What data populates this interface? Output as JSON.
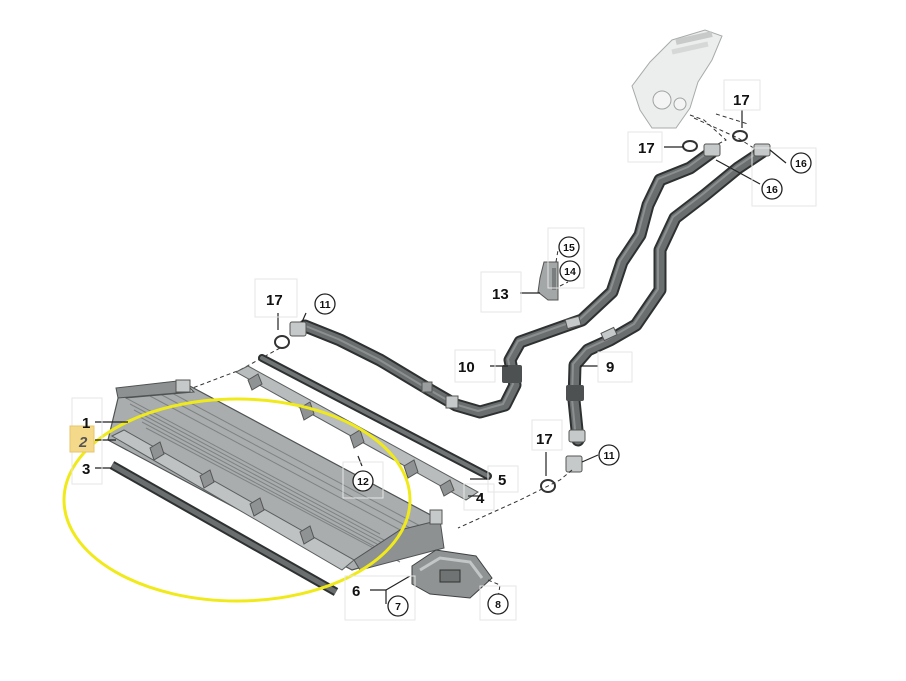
{
  "labels": {
    "p1": "1",
    "p2": "2",
    "p3": "3",
    "p4": "4",
    "p5": "5",
    "p6": "6",
    "p7": "7",
    "p8": "8",
    "p9": "9",
    "p10": "10",
    "p11a": "11",
    "p11b": "11",
    "p12": "12",
    "p13": "13",
    "p14": "14",
    "p15": "15",
    "p16a": "16",
    "p16b": "16",
    "p17a": "17",
    "p17b": "17",
    "p17c": "17",
    "p17d": "17"
  },
  "colors": {
    "highlight_ellipse": "#f0ea1a",
    "highlight_box": "#f5d98a",
    "hose": "#5a5e5e",
    "hose_edge": "#2e3131",
    "radiator_fill": "#a9adae",
    "radiator_dark": "#6f7374"
  }
}
